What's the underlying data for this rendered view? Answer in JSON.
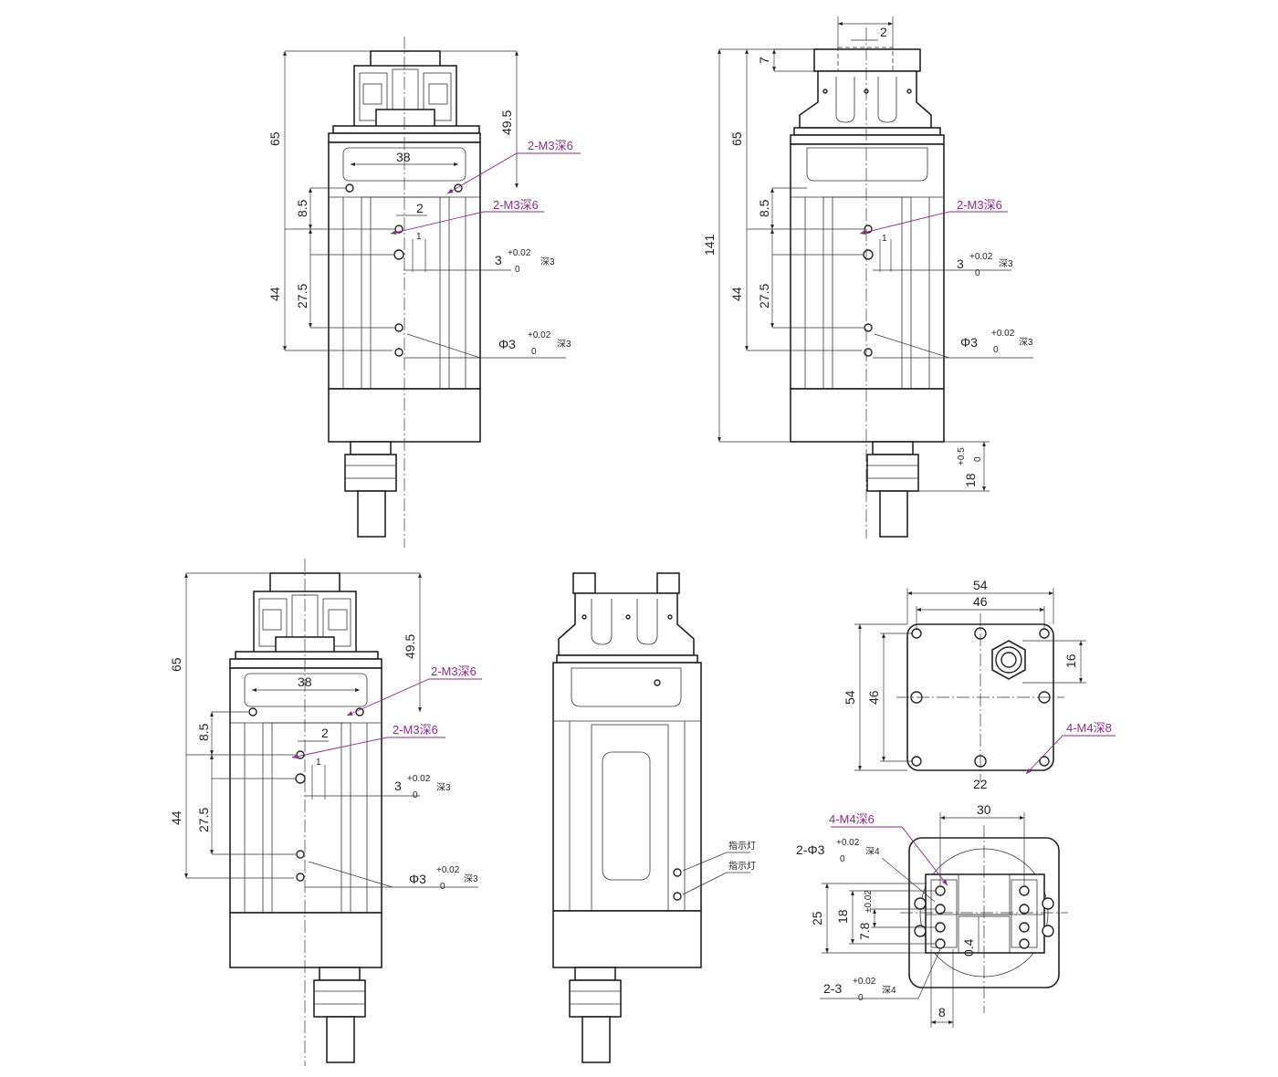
{
  "view1": {
    "dims": {
      "d65": "65",
      "d49_5": "49.5",
      "d38": "38",
      "d8_5": "8.5",
      "d2": "2",
      "d44": "44",
      "d27_5": "27.5",
      "d1": "1"
    },
    "callouts": {
      "m3_top": "2-M3深6",
      "m3_mid": "2-M3深6"
    },
    "tol_3": {
      "base": "3",
      "upper": "+0.02",
      "lower": "0",
      "depth": "深3"
    },
    "tol_phi3": {
      "base": "Φ3",
      "upper": "+0.02",
      "lower": "0",
      "depth": "深3"
    }
  },
  "view2": {
    "dims": {
      "d2": "2",
      "d7": "7",
      "d65": "65",
      "d141": "141",
      "d8_5": "8.5",
      "d44": "44",
      "d27_5": "27.5",
      "d1": "1"
    },
    "callouts": {
      "m3": "2-M3深6"
    },
    "tol_3": {
      "base": "3",
      "upper": "+0.02",
      "lower": "0",
      "depth": "深3"
    },
    "tol_phi3": {
      "base": "Φ3",
      "upper": "+0.02",
      "lower": "0",
      "depth": "深3"
    },
    "tol_18": {
      "base": "18",
      "upper": "+0.5",
      "lower": "0"
    }
  },
  "view3": {
    "dims": {
      "d65": "65",
      "d49_5": "49.5",
      "d38": "38",
      "d8_5": "8.5",
      "d2": "2",
      "d44": "44",
      "d27_5": "27.5",
      "d1": "1"
    },
    "callouts": {
      "m3_top": "2-M3深6",
      "m3_mid": "2-M3深6"
    },
    "tol_3": {
      "base": "3",
      "upper": "+0.02",
      "lower": "0",
      "depth": "深3"
    },
    "tol_phi3": {
      "base": "Φ3",
      "upper": "+0.02",
      "lower": "0",
      "depth": "深3"
    }
  },
  "view4": {
    "labels": {
      "indicator_1": "指示灯",
      "indicator_2": "指示灯"
    }
  },
  "view5": {
    "dims": {
      "d54_w": "54",
      "d46_w": "46",
      "d54_h": "54",
      "d46_h": "46",
      "d16": "16",
      "d22": "22"
    },
    "callouts": {
      "m4": "4-M4深8"
    }
  },
  "view6": {
    "dims": {
      "d30": "30",
      "d25": "25",
      "d18": "18",
      "d7_8": "7.8",
      "d7_8_tol": "±0.02",
      "d0_4": "0.4",
      "d8": "8"
    },
    "callouts": {
      "m4": "4-M4深6"
    },
    "tol_phi3": {
      "base": "2-Φ3",
      "upper": "+0.02",
      "lower": "0",
      "depth": "深4"
    },
    "tol_3": {
      "base": "2-3",
      "upper": "+0.02",
      "lower": "0",
      "depth": "深4"
    }
  }
}
